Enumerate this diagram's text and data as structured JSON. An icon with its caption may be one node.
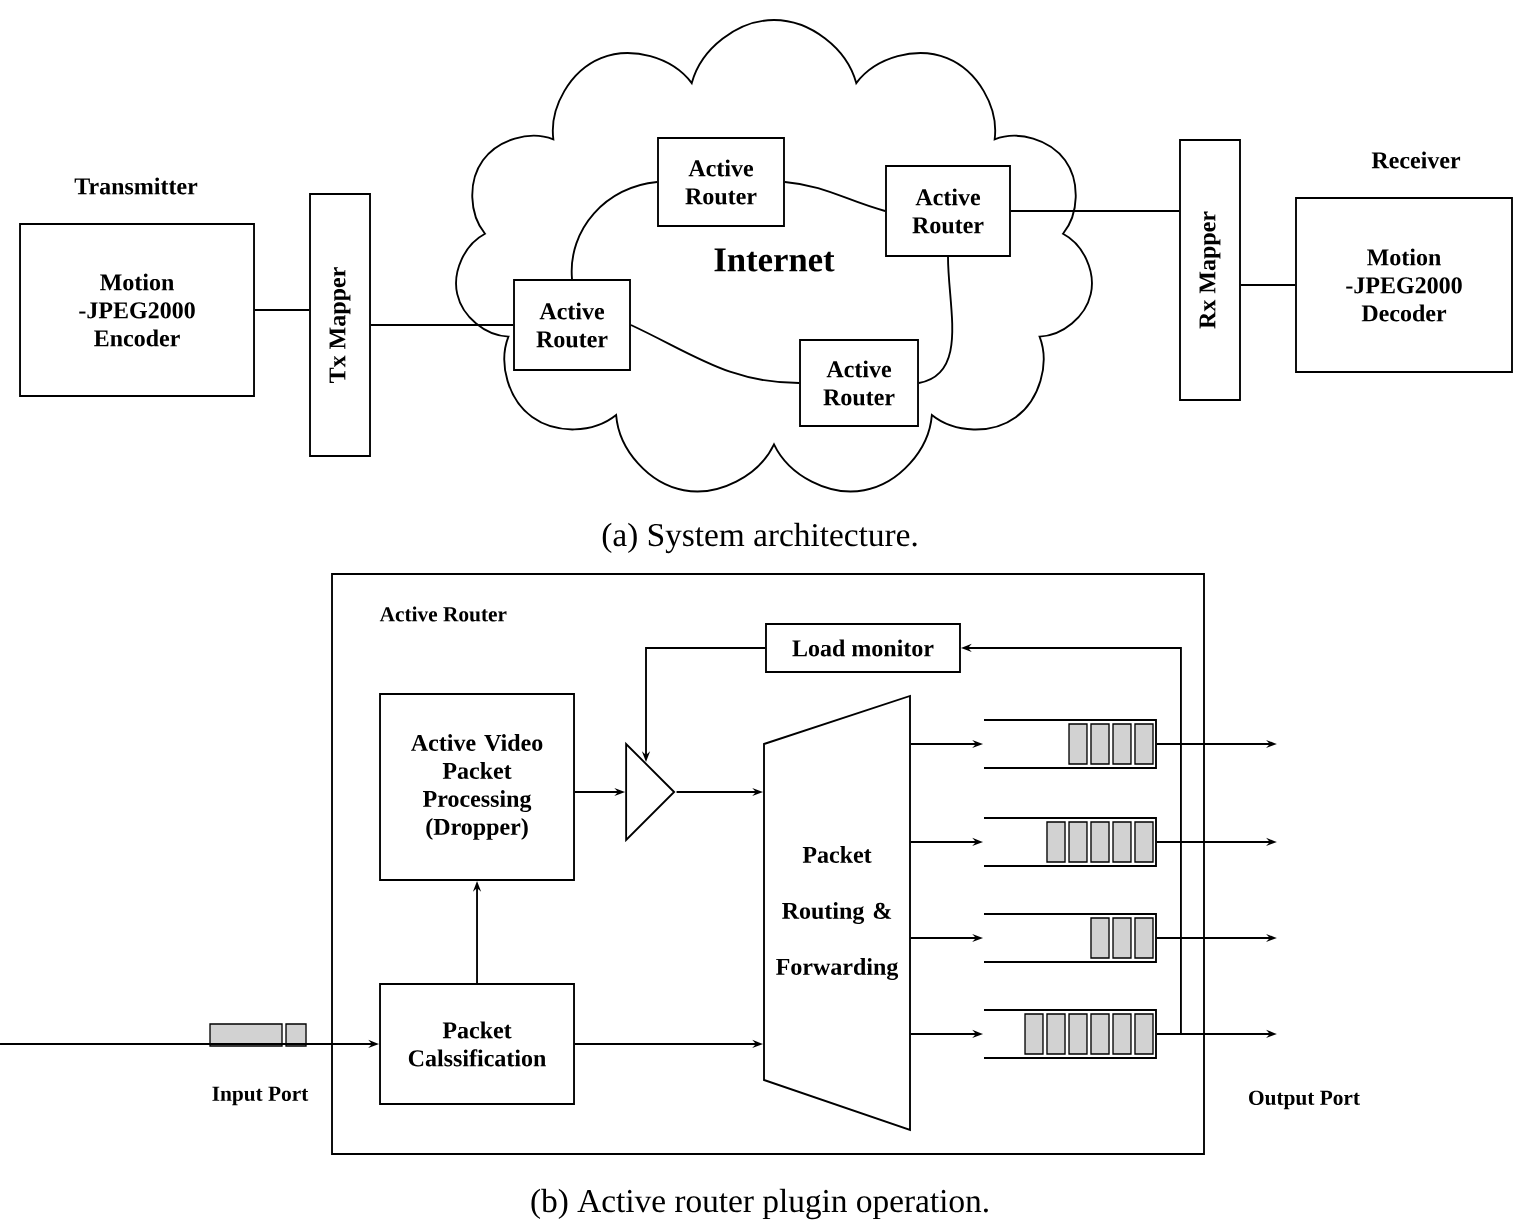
{
  "diagram": {
    "nodes": [
      {
        "text": [
          "Motion -JPEG2000 Encoder"
        ],
        "beside": [
          "Transmitter"
        ]
      },
      {
        "text": [
          "Tx Mapper"
        ]
      },
      {
        "text": [
          "Internet"
        ]
      },
      {
        "text": [
          "Active Router"
        ],
        "in": 2
      },
      {
        "text": [
          "Active Router"
        ],
        "in": 2
      },
      {
        "text": [
          "Active Router"
        ],
        "in": 2
      },
      {
        "text": [
          "Active Router"
        ],
        "in": 2
      },
      {
        "text": [
          "Rx Mapper"
        ]
      },
      {
        "text": [
          "Motion -JPEG2000 Decoder"
        ],
        "beside": [
          "Receiver"
        ]
      },
      {
        "text": [
          "Active Router"
        ]
      },
      {
        "text": [
          "Load monitor"
        ],
        "in": 9
      },
      {
        "text": [
          "Active Video Packet Processing (Dropper)"
        ],
        "in": 9
      },
      {
        "text": [],
        "shape": "triangle",
        "in": 9
      },
      {
        "text": [
          "Packet Routing & Forwarding"
        ],
        "in": 9
      },
      {
        "text": [],
        "shape": "queue",
        "in": 9
      },
      {
        "text": [],
        "shape": "queue",
        "in": 9
      },
      {
        "text": [],
        "shape": "queue",
        "in": 9
      },
      {
        "text": [],
        "shape": "queue",
        "in": 9
      },
      {
        "text": [
          "Packet Calssification"
        ],
        "in": 9
      }
    ],
    "edges": [
      {
        "from": 0,
        "to": 1,
        "arrow": "none"
      },
      {
        "from": 1,
        "to": 3,
        "arrow": "none"
      },
      {
        "from": 3,
        "to": 4,
        "arrow": "none"
      },
      {
        "from": 4,
        "to": 5,
        "arrow": "none"
      },
      {
        "from": 3,
        "to": 6,
        "arrow": "none"
      },
      {
        "from": 5,
        "to": 6,
        "arrow": "none"
      },
      {
        "from": 5,
        "to": 7,
        "arrow": "none"
      },
      {
        "from": 7,
        "to": 8,
        "arrow": "none"
      },
      {
        "from": null,
        "to": 18,
        "arrow": "to"
      },
      {
        "from": 18,
        "to": 11,
        "arrow": "to"
      },
      {
        "from": 11,
        "to": 12,
        "arrow": "to"
      },
      {
        "from": 10,
        "to": 12,
        "arrow": "to"
      },
      {
        "from": 12,
        "to": 13,
        "arrow": "to"
      },
      {
        "from": 18,
        "to": 13,
        "arrow": "to"
      },
      {
        "from": 13,
        "to": 14,
        "arrow": "to"
      },
      {
        "from": 13,
        "to": 15,
        "arrow": "to"
      },
      {
        "from": 13,
        "to": 16,
        "arrow": "to"
      },
      {
        "from": 13,
        "to": 17,
        "arrow": "to"
      },
      {
        "from": 14,
        "to": null,
        "arrow": "to"
      },
      {
        "from": 15,
        "to": null,
        "arrow": "to"
      },
      {
        "from": 16,
        "to": null,
        "arrow": "to"
      },
      {
        "from": 17,
        "to": null,
        "arrow": "to"
      },
      {
        "from": 17,
        "to": 10,
        "arrow": "to"
      }
    ],
    "labels": [
      "(a) System architecture.",
      "Input Port",
      "Output Port",
      "(b) Active router plugin operation."
    ]
  }
}
